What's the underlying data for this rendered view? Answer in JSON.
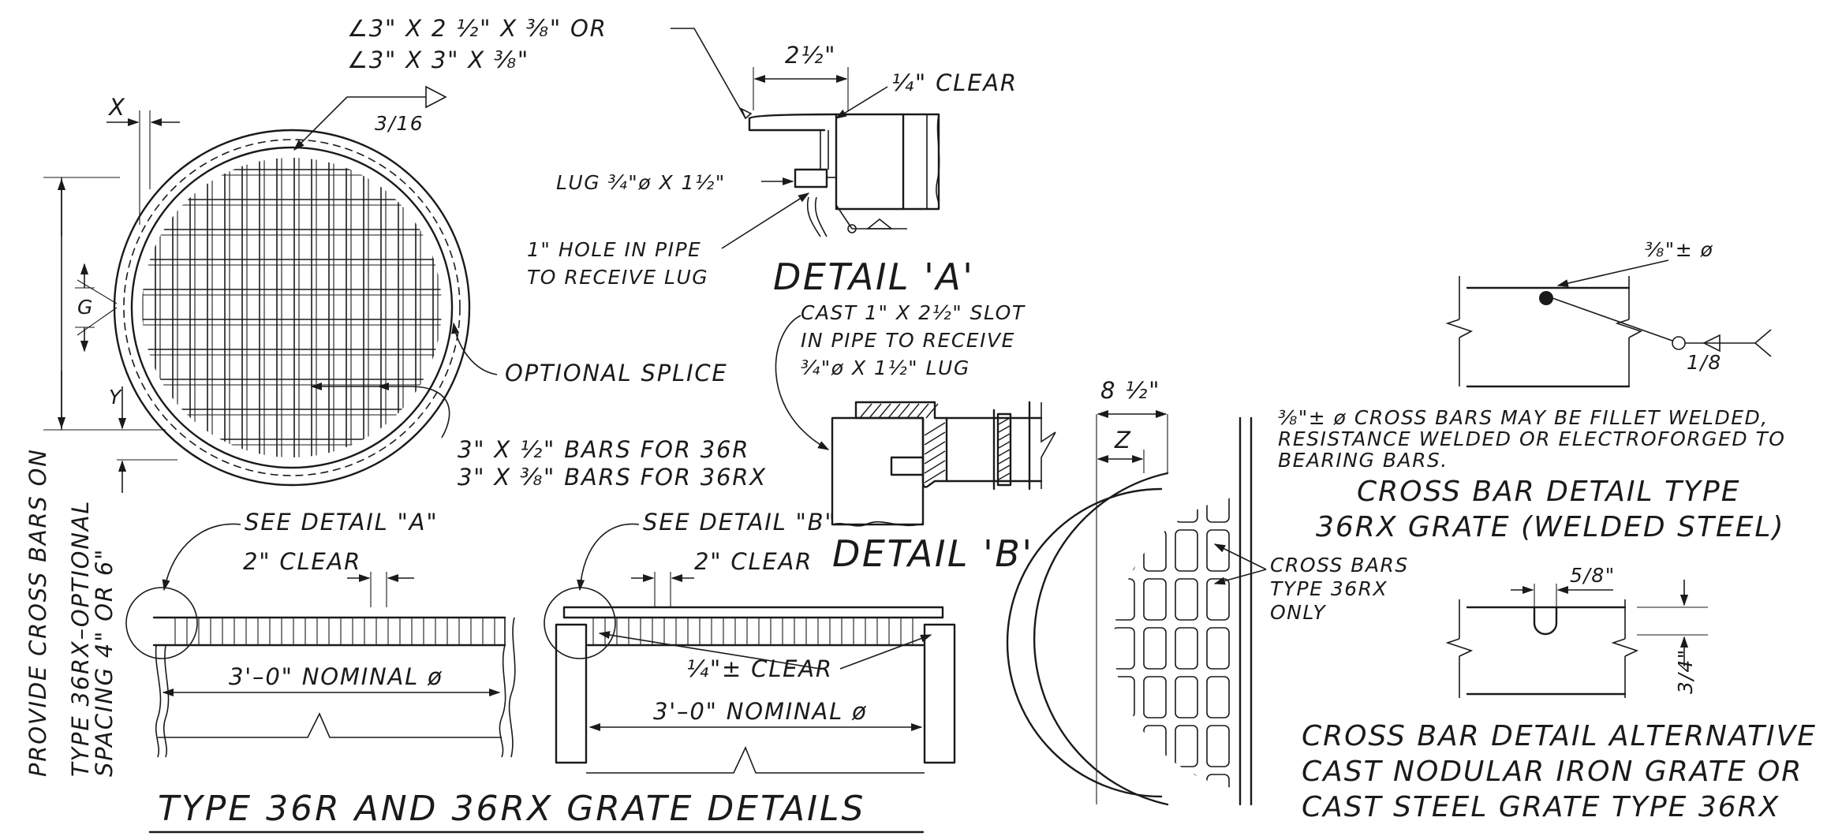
{
  "main_view": {
    "angle_callout_1": "∠3\" X 2 ½\" X ⅜\" OR",
    "angle_callout_2": "∠3\" X 3\" X ⅜\"",
    "dim_x": "X",
    "dim_g": "G",
    "dim_y": "Y",
    "weld_size": "3/16",
    "optional_splice": "OPTIONAL SPLICE",
    "bars_36r": "3\" X ½\" BARS FOR 36R",
    "bars_36rx": "3\" X ⅜\" BARS FOR 36RX",
    "side_note_1": "PROVIDE CROSS BARS ON",
    "side_note_2": "TYPE 36RX–OPTIONAL",
    "side_note_3": "SPACING 4\" OR 6\""
  },
  "detail_a": {
    "title": "DETAIL 'A'",
    "dim_width": "2½\"",
    "clear": "¼\" CLEAR",
    "lug": "LUG ¾\"ø X 1½\"",
    "hole_1": "1\" HOLE IN PIPE",
    "hole_2": "TO RECEIVE LUG"
  },
  "detail_b": {
    "title": "DETAIL 'B'",
    "slot_1": "CAST 1\" X 2½\" SLOT",
    "slot_2": "IN PIPE TO RECEIVE",
    "slot_3": "¾\"ø X 1½\" LUG"
  },
  "section_36r": {
    "see_detail": "SEE DETAIL \"A\"",
    "clear": "2\" CLEAR",
    "nominal": "3'–0\" NOMINAL ø"
  },
  "section_36rx": {
    "see_detail": "SEE DETAIL \"B\"",
    "clear": "2\" CLEAR",
    "quarter_clear": "¼\"± CLEAR",
    "nominal": "3'–0\" NOMINAL ø"
  },
  "cast_view": {
    "dim_8half": "8 ½\"",
    "dim_z": "Z",
    "cross_1": "CROSS BARS",
    "cross_2": "TYPE 36RX",
    "cross_3": "ONLY"
  },
  "welded_detail": {
    "rod": "⅜\"± ø",
    "weld": "1/8",
    "note_1": "⅜\"± ø CROSS BARS MAY BE FILLET WELDED,",
    "note_2": "RESISTANCE WELDED OR ELECTROFORGED TO",
    "note_3": "BEARING BARS.",
    "title_1": "CROSS BAR DETAIL TYPE",
    "title_2": "36RX GRATE (WELDED STEEL)"
  },
  "cast_detail": {
    "dim_5_8": "5/8\"",
    "dim_3_4": "3/4\"",
    "title_1": "CROSS BAR DETAIL ALTERNATIVE",
    "title_2": "CAST NODULAR IRON GRATE OR",
    "title_3": "CAST STEEL GRATE TYPE 36RX"
  },
  "sheet_title": "TYPE 36R AND 36RX GRATE DETAILS"
}
